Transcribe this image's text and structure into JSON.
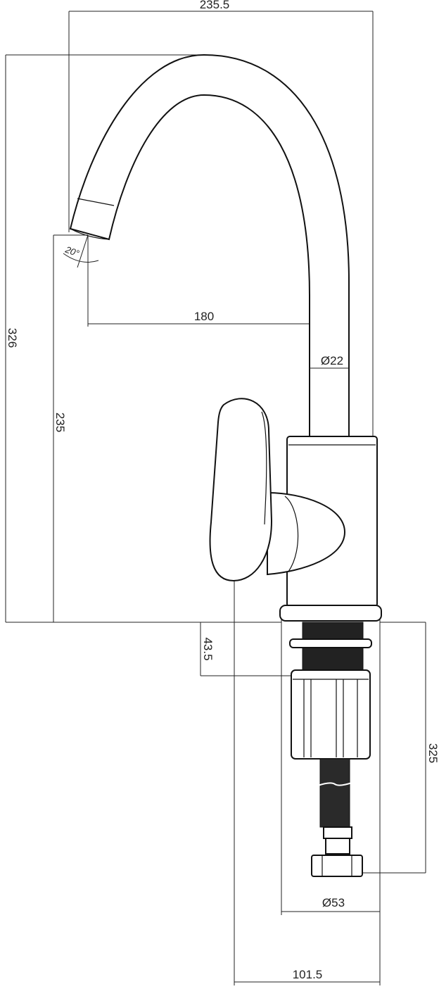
{
  "drawing": {
    "dimensions": {
      "overall_width": "235.5",
      "overall_height": "326",
      "spout_height": "235",
      "spout_reach": "180",
      "spout_diameter": "Ø22",
      "spout_angle": "20°",
      "shank_length": "43.5",
      "hose_length": "325",
      "base_diameter": "Ø53",
      "handle_offset": "101.5"
    }
  }
}
